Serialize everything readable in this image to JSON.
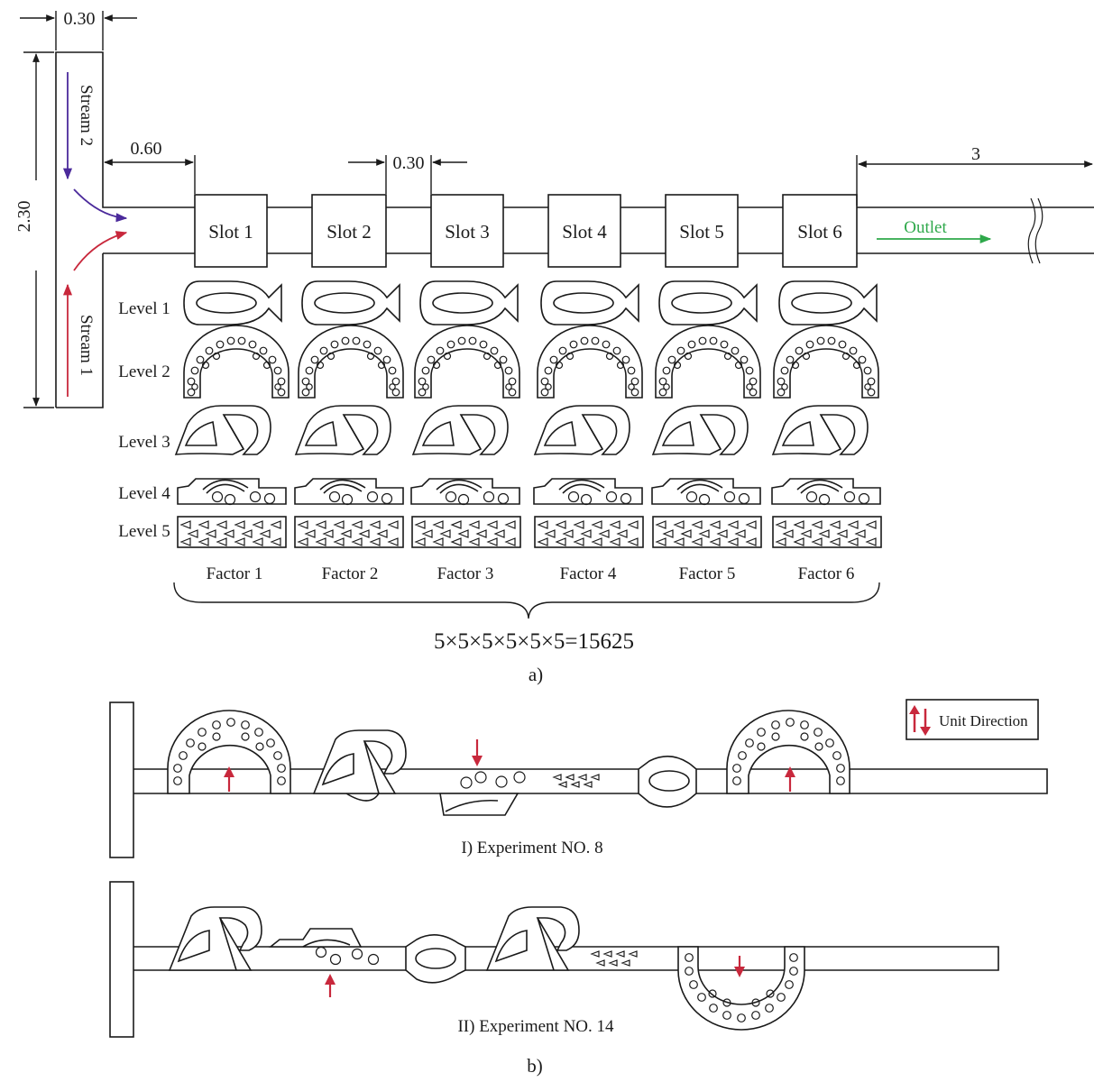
{
  "dimensions": {
    "inlet_width": "0.30",
    "inlet_height": "2.30",
    "entry_length": "0.60",
    "slot_gap": "0.30",
    "outlet_length": "3"
  },
  "streams": [
    {
      "label": "Stream 2",
      "color": "#4b2a9b"
    },
    {
      "label": "Stream 1",
      "color": "#c8283c"
    }
  ],
  "outlet": {
    "label": "Outlet",
    "color": "#2ea84a"
  },
  "slots": [
    "Slot 1",
    "Slot 2",
    "Slot 3",
    "Slot 4",
    "Slot 5",
    "Slot 6"
  ],
  "levels": [
    "Level 1",
    "Level 2",
    "Level 3",
    "Level 4",
    "Level 5"
  ],
  "factors": [
    "Factor 1",
    "Factor 2",
    "Factor 3",
    "Factor 4",
    "Factor 5",
    "Factor 6"
  ],
  "combinations": "5×5×5×5×5×5=15625",
  "panel_a_label": "a)",
  "panel_b_label": "b)",
  "legend": {
    "label": "Unit Direction",
    "arrow_color": "#c8283c"
  },
  "experiments": [
    {
      "label": "I) Experiment NO. 8"
    },
    {
      "label": "II) Experiment NO. 14"
    }
  ]
}
